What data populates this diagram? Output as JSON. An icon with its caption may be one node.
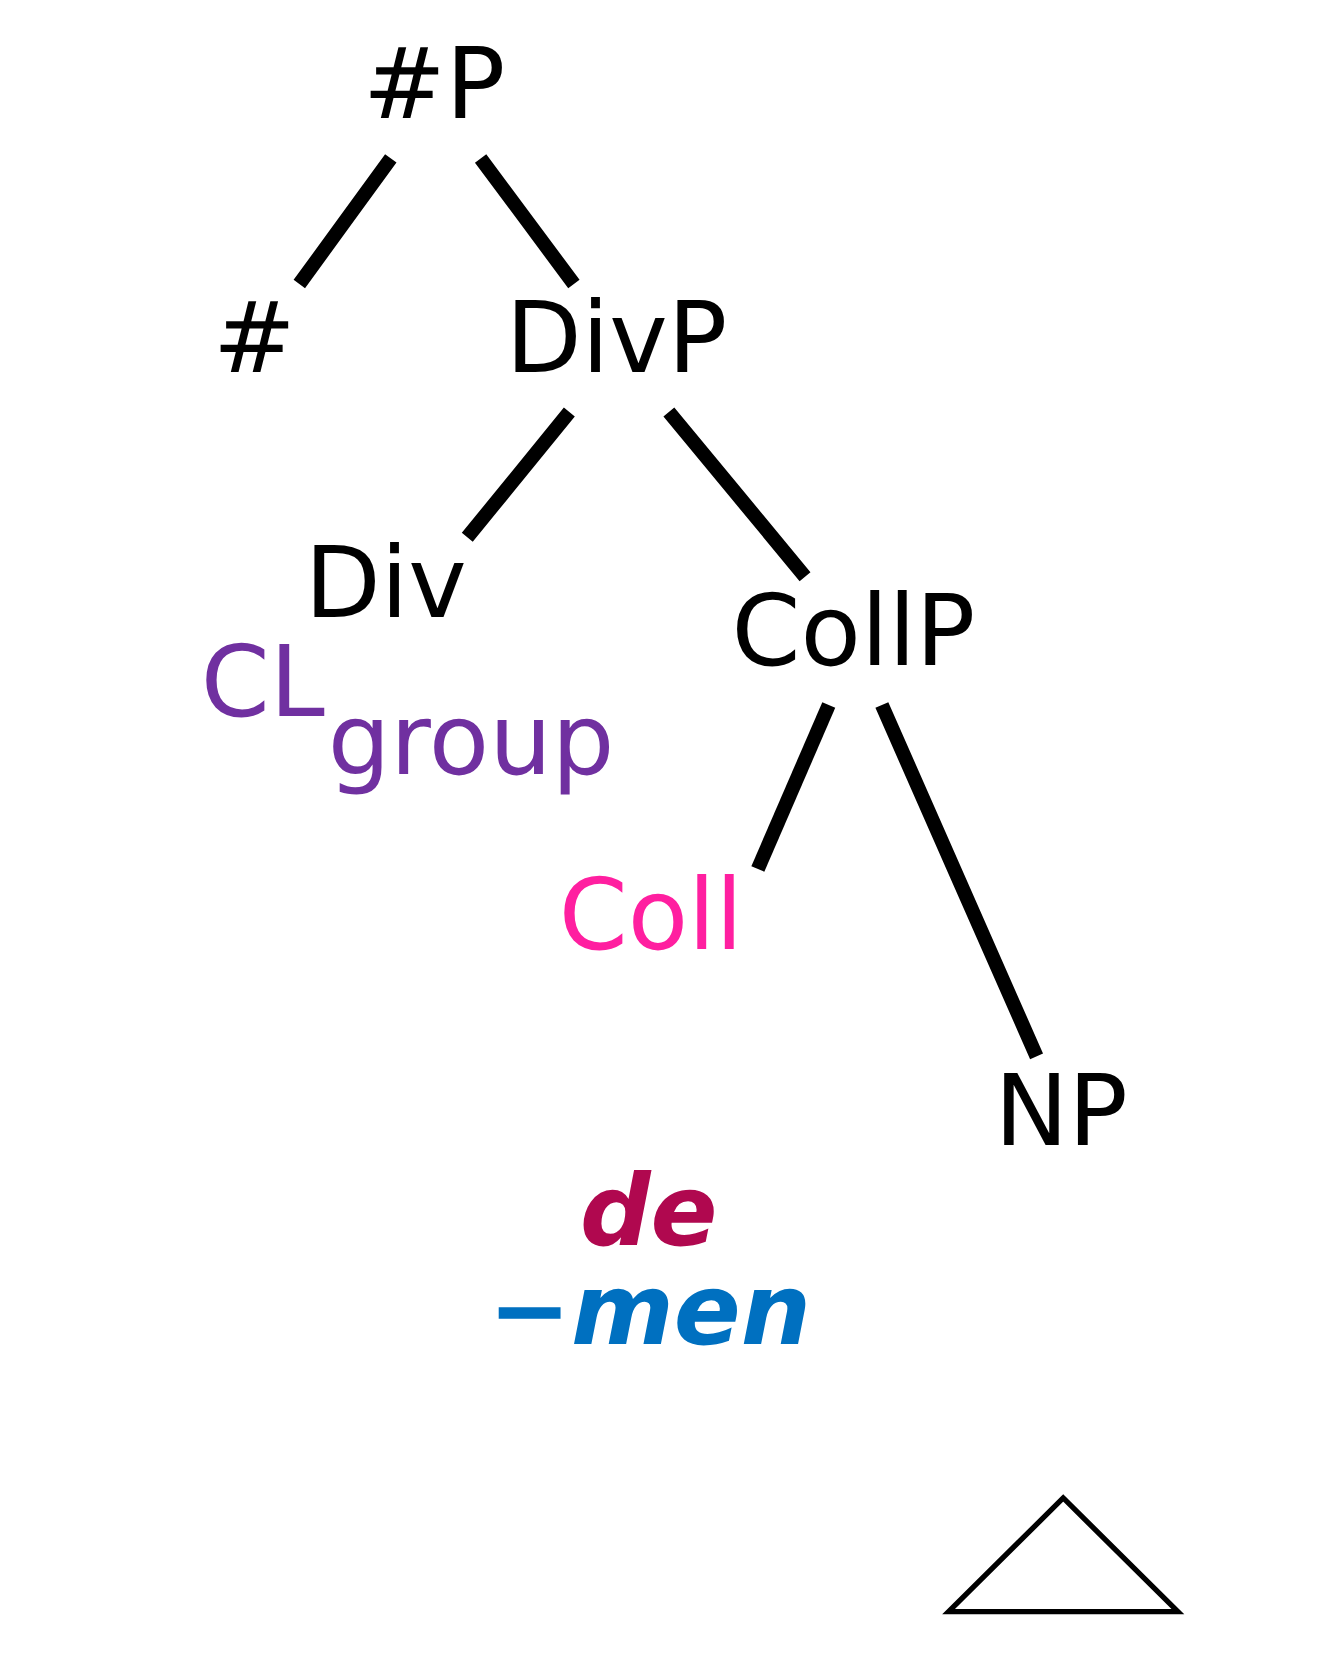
{
  "diagram": {
    "nodes": [
      {
        "text": [
          "#P"
        ]
      },
      {
        "text": [
          "#"
        ]
      },
      {
        "text": [
          "DivP"
        ]
      },
      {
        "text": [
          "Div",
          "CL$_{group}$"
        ]
      },
      {
        "text": [
          "CollP"
        ]
      },
      {
        "text": [
          "Coll",
          "de",
          "−men"
        ]
      },
      {
        "text": [
          "NP"
        ]
      },
      {
        "text": [],
        "shape": "triangle"
      }
    ],
    "edges": [
      {
        "from": 0,
        "to": 1,
        "arrow": "none"
      },
      {
        "from": 0,
        "to": 2,
        "arrow": "none"
      },
      {
        "from": 2,
        "to": 3,
        "arrow": "none"
      },
      {
        "from": 2,
        "to": 4,
        "arrow": "none"
      },
      {
        "from": 4,
        "to": 5,
        "arrow": "none"
      },
      {
        "from": 4,
        "to": 6,
        "arrow": "none"
      }
    ]
  }
}
